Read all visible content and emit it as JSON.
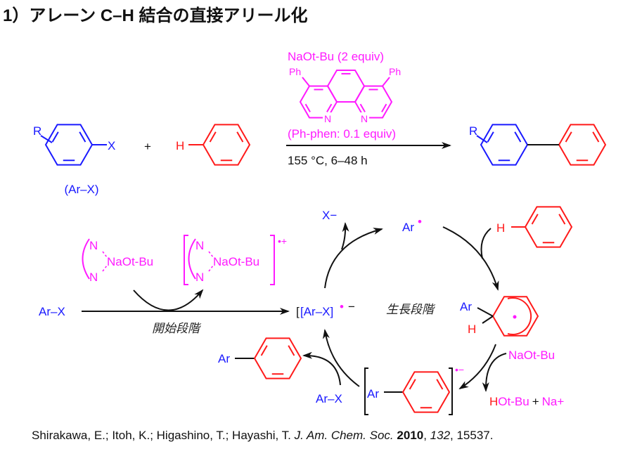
{
  "title": "1）アレーン C–H 結合の直接アリール化",
  "scheme": {
    "reactant_r": "R",
    "reactant_x": "X",
    "reactant_label": "(Ar–X)",
    "plus": "+",
    "benzene_h": "H",
    "reagent_base": "NaOt-Bu (2 equiv)",
    "ligand_ph_left": "Ph",
    "ligand_ph_right": "Ph",
    "ligand_n": "N",
    "ligand_label": "(Ph-phen: 0.1 equiv)",
    "conditions": "155 °C, 6–48 h",
    "product_r": "R"
  },
  "mechanism": {
    "initiation_label": "開始段階",
    "propagation_label": "生長段階",
    "arx_start": "Ar–X",
    "complex_n": "N",
    "complex_base": "NaOt-Bu",
    "complex_charge": "•+",
    "radical_anion": "[Ar–X]",
    "radical_anion_charge": "•",
    "radical_anion_minus": "−",
    "x_anion": "X−",
    "aryl_radical": "Ar",
    "aryl_radical_dot": "•",
    "benzene_h": "H",
    "adduct_ar": "Ar",
    "adduct_h": "H",
    "base": "NaOt-Bu",
    "byproduct_h": "H",
    "byproduct_otbu": "Ot-Bu",
    "byproduct_plus": "+",
    "byproduct_na": "Na+",
    "biaryl_anion_ar": "Ar",
    "biaryl_anion_charge": "•−",
    "arx_chain": "Ar–X",
    "product_ar": "Ar"
  },
  "citation": {
    "authors": "Shirakawa, E.; Itoh, K.; Higashino, T.; Hayashi, T. ",
    "journal": "J. Am. Chem. Soc.",
    "year": "2010",
    "volume": "132",
    "pages": ", 15537."
  },
  "colors": {
    "aryl": "#1a1aff",
    "arene": "#ff1a1a",
    "reagent": "#ff1aff"
  }
}
